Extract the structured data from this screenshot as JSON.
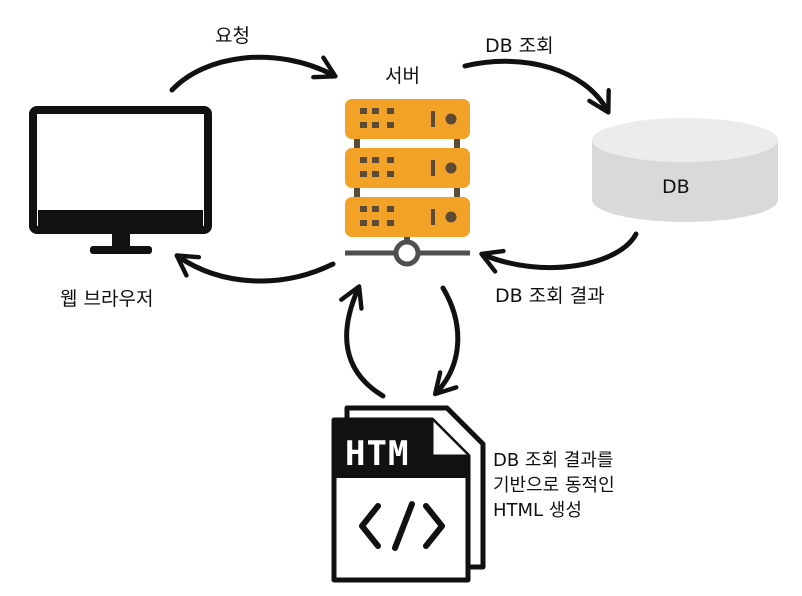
{
  "labels": {
    "request": "요청",
    "server": "서버",
    "db_query": "DB 조회",
    "db": "DB",
    "web_browser": "웹 브라우저",
    "db_result": "DB 조회 결과",
    "html_note": [
      "DB 조회 결과를",
      "기반으로 동적인",
      "HTML 생성"
    ]
  },
  "file_icon_text": "HTM",
  "icons": [
    "monitor-icon",
    "server-rack-icon",
    "database-cylinder-icon",
    "html-file-icon"
  ],
  "colors": {
    "server_orange": "#f2a227",
    "server_dark": "#5a4a36",
    "network_gray": "#4f4f4f",
    "db_top": "#ececec",
    "db_side": "#d9d9d9",
    "ink": "#111111"
  }
}
